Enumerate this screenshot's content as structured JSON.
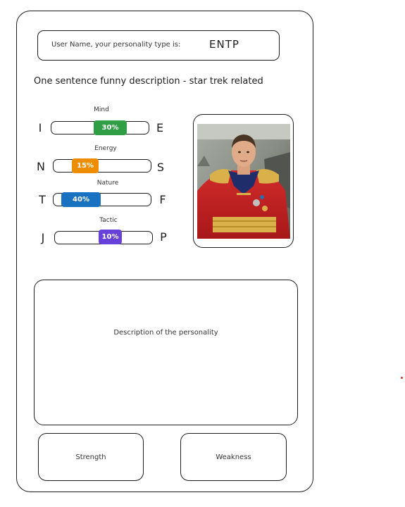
{
  "header": {
    "label": "User Name, your personality type is:",
    "type": "ENTP"
  },
  "tagline": "One sentence funny description - star trek related",
  "scales": [
    {
      "title": "Mind",
      "left": "I",
      "right": "E",
      "percent_label": "30%",
      "value": 0.3,
      "color": "#2f9e44"
    },
    {
      "title": "Energy",
      "left": "N",
      "right": "S",
      "percent_label": "15%",
      "value": 0.15,
      "color": "#f08c00"
    },
    {
      "title": "Nature",
      "left": "T",
      "right": "F",
      "percent_label": "40%",
      "value": 0.4,
      "color": "#1971c2"
    },
    {
      "title": "Tactic",
      "left": "J",
      "right": "P",
      "percent_label": "10%",
      "value": 0.1,
      "color": "#6741d9"
    }
  ],
  "portrait": {
    "icon": "character-portrait"
  },
  "description": {
    "text": "Description of the personality"
  },
  "cards": {
    "strength": "Strength",
    "weakness": "Weakness"
  },
  "colors": {
    "ink": "#1e1e1e",
    "accent_dot": "#e03131"
  }
}
